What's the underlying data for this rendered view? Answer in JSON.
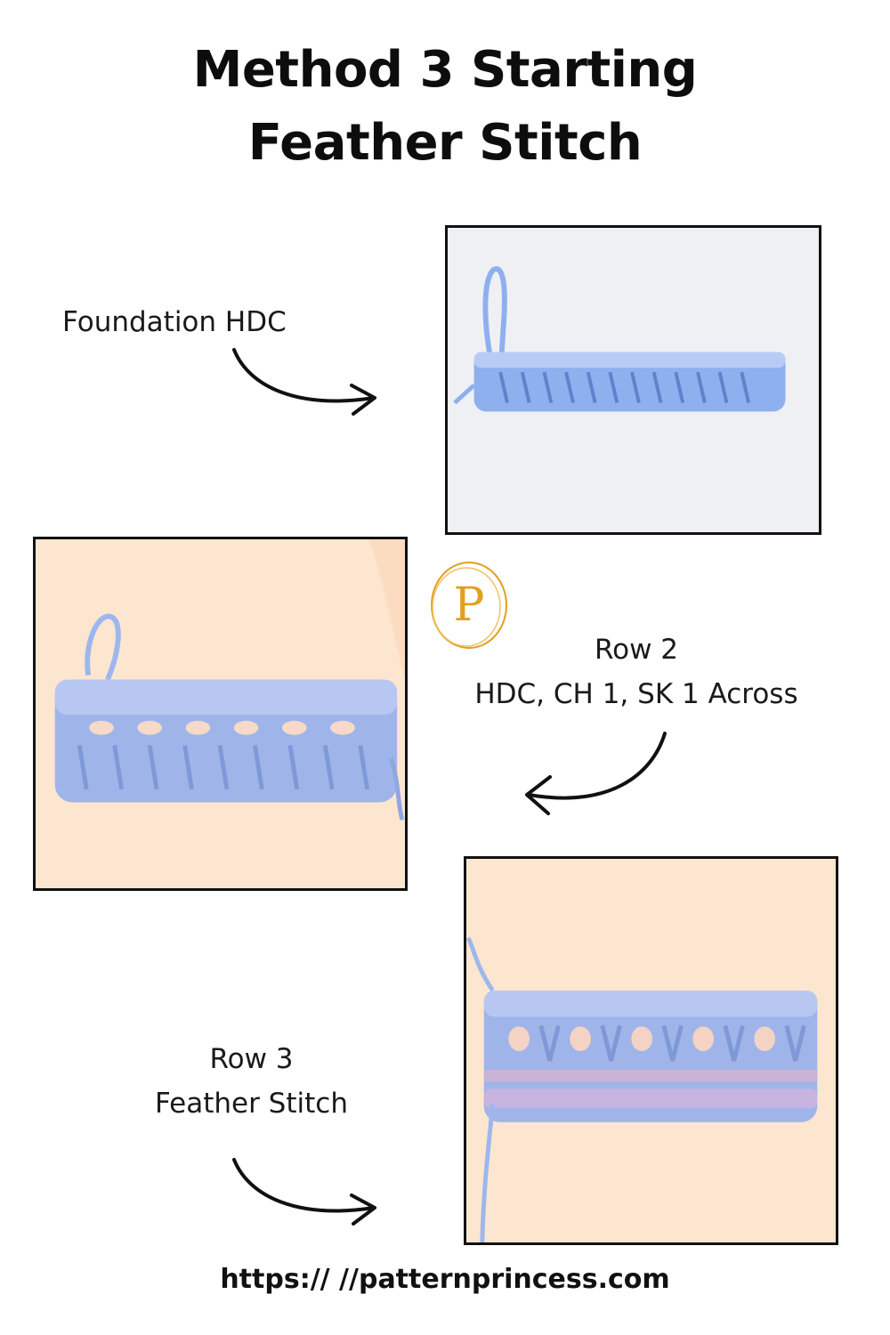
{
  "title": {
    "line1": "Method 3 Starting",
    "line2": "Feather Stitch"
  },
  "steps": [
    {
      "label": "Foundation HDC",
      "photo": "blue crochet foundation half double crochet row on white background"
    },
    {
      "label": "Row 2",
      "detail": "HDC, CH 1, SK 1 Across",
      "photo": "blue crochet swatch with second row on peach background"
    },
    {
      "label": "Row 3",
      "detail": "Feather Stitch",
      "photo": "blue crochet feather stitch swatch on peach background"
    }
  ],
  "logo": {
    "letter": "P",
    "color": "#e0a020"
  },
  "footer": {
    "url": "https://  //patternprincess.com"
  },
  "colors": {
    "yarn": "#8fb0ee",
    "yarn_dark": "#5f82cc",
    "peach": "#fde6cf",
    "frame": "#111111"
  }
}
